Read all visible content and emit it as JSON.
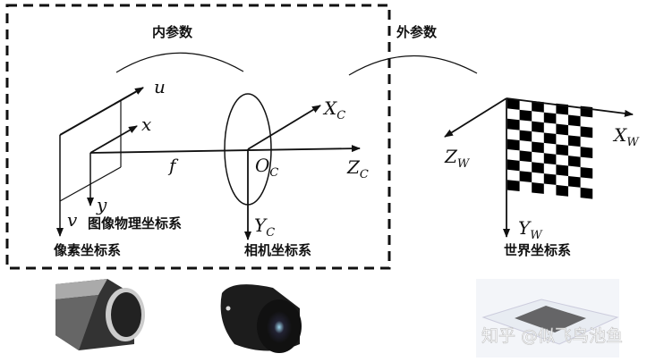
{
  "groups": {
    "intrinsic": "内参数",
    "extrinsic": "外参数"
  },
  "coordinate_systems": {
    "pixel": "像素坐标系",
    "image_physical": "图像物理坐标系",
    "camera": "相机坐标系",
    "world": "世界坐标系"
  },
  "axes": {
    "u": "u",
    "v": "v",
    "x": "x",
    "y": "y",
    "f": "f",
    "Oc": "O",
    "Oc_sub": "C",
    "Xc": "X",
    "Xc_sub": "C",
    "Yc": "Y",
    "Yc_sub": "C",
    "Zc": "Z",
    "Zc_sub": "C",
    "Xw": "X",
    "Xw_sub": "W",
    "Yw": "Y",
    "Yw_sub": "W",
    "Zw": "Z",
    "Zw_sub": "W"
  },
  "photos": [
    "industrial-camera",
    "camera-lens",
    "calibration-plate"
  ],
  "watermark": "知乎 @似飞鸟池鱼"
}
